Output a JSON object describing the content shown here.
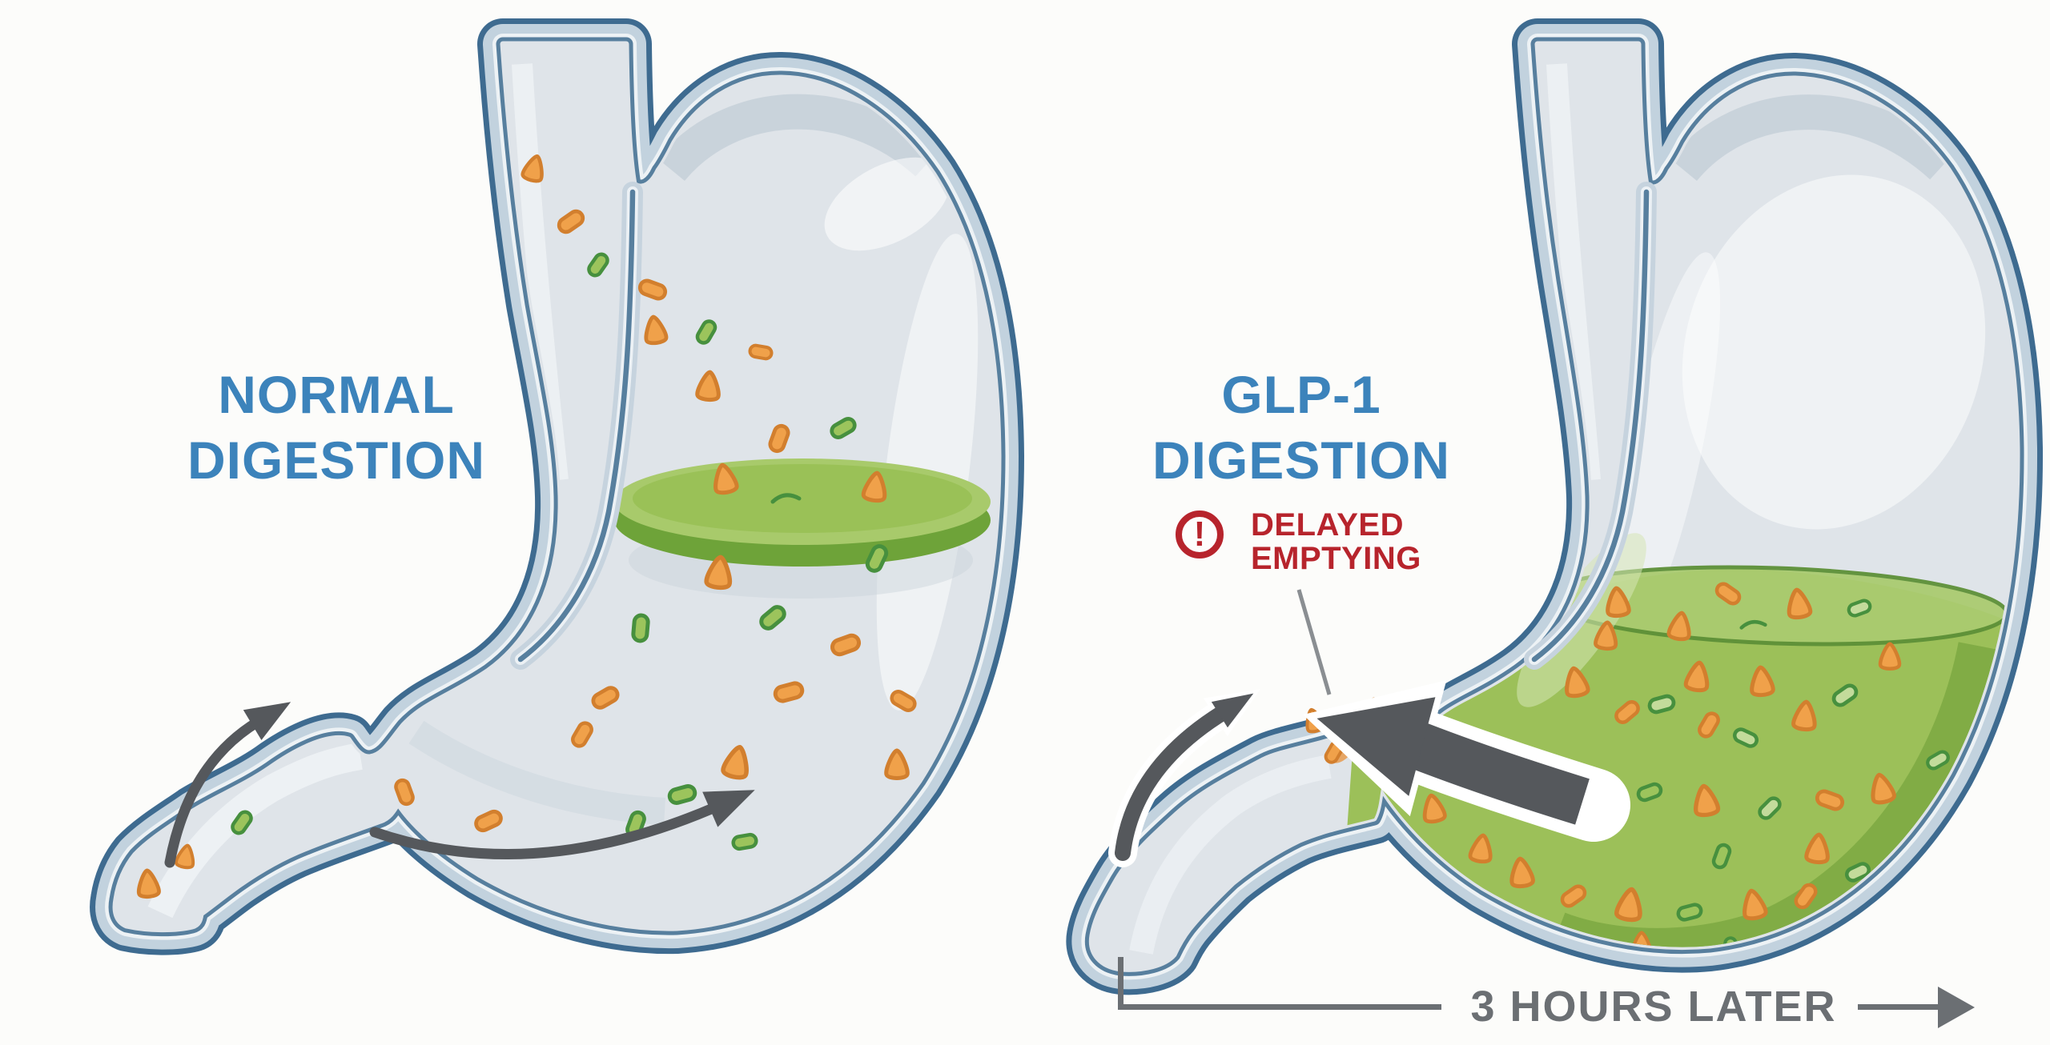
{
  "left_panel": {
    "title_line1": "NORMAL",
    "title_line2": "DIGESTION"
  },
  "right_panel": {
    "title_line1": "GLP-1",
    "title_line2": "DIGESTION",
    "warning_icon_glyph": "!",
    "warning_line1": "DELAYED",
    "warning_line2": "EMPTYING",
    "timeline_label": "3 HOURS LATER"
  },
  "colors": {
    "title_blue": "#3c83bb",
    "warning_red": "#b7242c",
    "timeline_gray": "#6b6f73",
    "outline_blue": "#3e6b90",
    "wall_light_band": "#c2d2de",
    "wall_inner_line": "#577f9e",
    "interior_gray": "#dfe4e9",
    "chyme_green": "#9cc059",
    "chyme_green_top": "#aacb70",
    "chyme_green_dark": "#7fab45",
    "chyme_rim_green": "#5d9038",
    "particle_orange": "#f0a14a",
    "particle_orange_border": "#d27f2e",
    "particle_green": "#9cc45c",
    "particle_green_hollow": "#c3db9b",
    "particle_green_border": "#47903e",
    "arrow_gray": "#55585c",
    "pointer_gray": "#8a8e92",
    "background": "#fcfcfa"
  },
  "particles": {
    "left": [
      [
        "ot",
        667,
        210,
        15,
        0.9
      ],
      [
        "oc",
        713,
        277,
        -35,
        0.95
      ],
      [
        "gc",
        747,
        331,
        -55,
        0.9
      ],
      [
        "oc",
        815,
        362,
        20,
        0.95
      ],
      [
        "ot",
        818,
        412,
        -8,
        0.95
      ],
      [
        "gc",
        882,
        415,
        -60,
        0.9
      ],
      [
        "oc",
        950,
        440,
        10,
        0.8
      ],
      [
        "ot",
        885,
        482,
        5,
        1.0
      ],
      [
        "oc",
        973,
        548,
        -70,
        0.95
      ],
      [
        "gc",
        1053,
        535,
        -30,
        0.95
      ],
      [
        "ot",
        905,
        598,
        -10,
        1.0
      ],
      [
        "ot",
        1093,
        608,
        8,
        1.0
      ],
      [
        "gs",
        982,
        622,
        0,
        1.0
      ],
      [
        "ot",
        898,
        715,
        6,
        1.1
      ],
      [
        "gc",
        1095,
        698,
        -65,
        1.0
      ],
      [
        "gc",
        800,
        785,
        -85,
        1.0
      ],
      [
        "gc",
        965,
        772,
        -40,
        1.0
      ],
      [
        "oc",
        1056,
        806,
        -20,
        1.0
      ],
      [
        "oc",
        985,
        865,
        -15,
        1.0
      ],
      [
        "oc",
        1128,
        876,
        30,
        0.9
      ],
      [
        "oc",
        756,
        872,
        -30,
        0.95
      ],
      [
        "ot",
        920,
        952,
        12,
        1.1
      ],
      [
        "oc",
        727,
        918,
        -60,
        0.9
      ],
      [
        "gc",
        852,
        993,
        -15,
        1.0
      ],
      [
        "oc",
        610,
        1026,
        -25,
        0.95
      ],
      [
        "gc",
        794,
        1030,
        -70,
        0.95
      ],
      [
        "gc",
        930,
        1052,
        -10,
        0.9
      ],
      [
        "oc",
        505,
        990,
        70,
        0.9
      ],
      [
        "ot",
        1120,
        955,
        0,
        1.0
      ],
      [
        "ot",
        185,
        1104,
        -5,
        0.95
      ],
      [
        "gc",
        302,
        1028,
        -55,
        0.9
      ],
      [
        "ot",
        232,
        1070,
        10,
        0.8
      ]
    ],
    "right": [
      [
        "ot",
        2020,
        752,
        -5,
        1.0
      ],
      [
        "ot",
        2098,
        782,
        8,
        0.95
      ],
      [
        "oc",
        2158,
        742,
        35,
        0.9
      ],
      [
        "ot",
        2246,
        754,
        -8,
        1.0
      ],
      [
        "gh",
        2322,
        760,
        -20,
        0.85
      ],
      [
        "gs",
        2190,
        780,
        0,
        0.9
      ],
      [
        "ot",
        1968,
        852,
        -10,
        1.0
      ],
      [
        "ot",
        2006,
        794,
        5,
        0.95
      ],
      [
        "oc",
        2032,
        890,
        -40,
        0.9
      ],
      [
        "gh",
        2075,
        880,
        -15,
        0.95
      ],
      [
        "ot",
        2120,
        845,
        8,
        1.0
      ],
      [
        "oc",
        2134,
        906,
        -60,
        0.9
      ],
      [
        "ot",
        2200,
        851,
        -5,
        1.0
      ],
      [
        "gh",
        2180,
        922,
        25,
        0.9
      ],
      [
        "ot",
        2254,
        894,
        6,
        1.0
      ],
      [
        "gh",
        2304,
        869,
        -35,
        0.95
      ],
      [
        "ot",
        2360,
        820,
        0,
        0.9
      ],
      [
        "oc",
        1930,
        980,
        -50,
        0.95
      ],
      [
        "ot",
        1990,
        1005,
        10,
        1.0
      ],
      [
        "gc",
        2060,
        990,
        -20,
        0.9
      ],
      [
        "ot",
        2130,
        1000,
        -8,
        1.05
      ],
      [
        "gh",
        2210,
        1010,
        -45,
        0.9
      ],
      [
        "oc",
        2285,
        1000,
        20,
        0.95
      ],
      [
        "ot",
        2350,
        985,
        -12,
        1.0
      ],
      [
        "gh",
        2420,
        950,
        -30,
        0.85
      ],
      [
        "ot",
        2270,
        1060,
        5,
        1.0
      ],
      [
        "gc",
        2150,
        1070,
        -70,
        0.9
      ],
      [
        "ot",
        1900,
        1090,
        -6,
        1.0
      ],
      [
        "oc",
        1965,
        1120,
        -35,
        0.9
      ],
      [
        "ot",
        2035,
        1130,
        8,
        1.1
      ],
      [
        "gc",
        2110,
        1140,
        -15,
        0.9
      ],
      [
        "ot",
        2190,
        1130,
        -10,
        1.0
      ],
      [
        "oc",
        2255,
        1120,
        -55,
        0.9
      ],
      [
        "gh",
        2320,
        1090,
        -25,
        0.9
      ],
      [
        "ot",
        2050,
        1180,
        0,
        0.85
      ],
      [
        "gc",
        2160,
        1185,
        -80,
        0.8
      ],
      [
        "ot",
        1790,
        1010,
        -10,
        0.95
      ],
      [
        "oc",
        1760,
        960,
        -35,
        0.85
      ],
      [
        "ot",
        1850,
        1060,
        8,
        0.95
      ]
    ],
    "pinch": [
      [
        "oc",
        1666,
        940,
        -60,
        0.8
      ],
      [
        "oc",
        1697,
        908,
        -20,
        0.7
      ],
      [
        "ot",
        1641,
        900,
        -15,
        0.8
      ],
      [
        "ot",
        1714,
        884,
        10,
        0.65
      ]
    ]
  }
}
